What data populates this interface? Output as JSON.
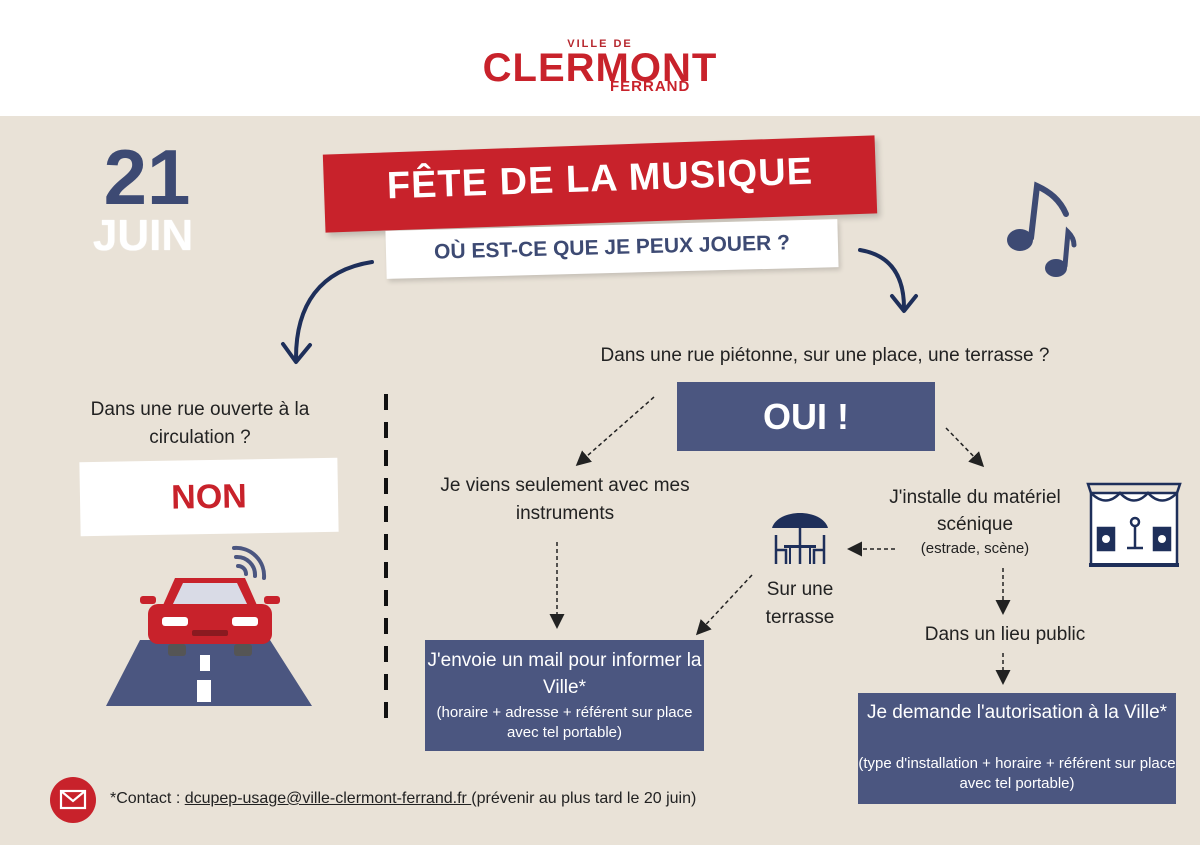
{
  "logo": {
    "top": "VILLE DE",
    "main": "CLERMONT",
    "sub": "FERRAND"
  },
  "date": {
    "day": "21",
    "month": "JUIN"
  },
  "title": "FÊTE DE LA MUSIQUE",
  "subtitle": "OÙ EST-CE QUE JE PEUX JOUER ?",
  "left_branch": {
    "question": "Dans une rue ouverte à la circulation ?",
    "answer": "NON"
  },
  "right_branch": {
    "question": "Dans une rue piétonne, sur une place, une terrasse  ?",
    "answer": "OUI !",
    "option_instruments": "Je viens seulement avec mes instruments",
    "option_scenic": "J'installe du matériel scénique",
    "option_scenic_note": "(estrade, scène)",
    "option_terrace": "Sur une terrasse",
    "option_public": "Dans un lieu public",
    "mail_box": {
      "title": "J'envoie un mail pour informer la Ville*",
      "note": "(horaire + adresse + référent sur place avec tel portable)"
    },
    "auth_box": {
      "title": "Je demande l'autorisation à la Ville*",
      "note": "(type d'installation + horaire + référent sur place avec tel portable)"
    }
  },
  "contact": {
    "prefix": "*Contact : ",
    "email": "dcupep-usage@ville-clermont-ferrand.fr ",
    "suffix": "(prévenir au plus tard le 20 juin)"
  },
  "colors": {
    "red": "#c8222b",
    "navy": "#3d4a73",
    "box_blue": "#4b5680",
    "background": "#e9e2d7"
  },
  "icons": [
    "music-notes-icon",
    "car-icon",
    "wifi-signal-icon",
    "road-icon",
    "terrace-table-icon",
    "stage-icon",
    "mail-icon"
  ]
}
